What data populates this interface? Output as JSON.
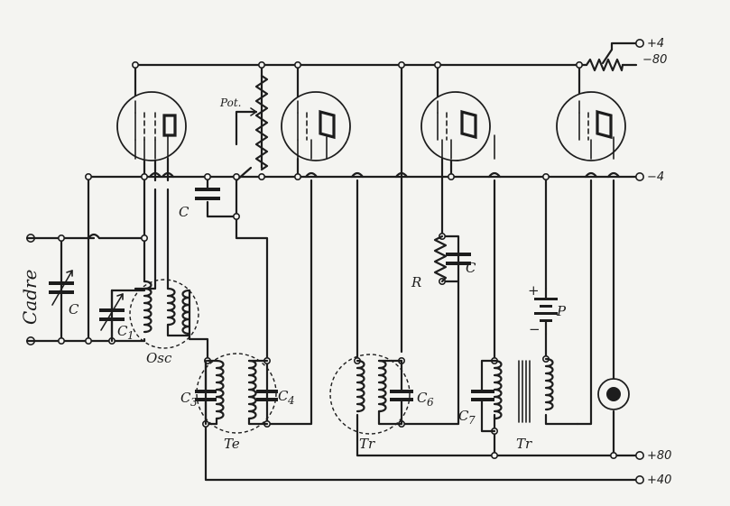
{
  "labels": {
    "cadre": "Cadre",
    "c_frame": "C",
    "c1": "C",
    "c1_sub": "1",
    "osc": "Osc",
    "c_grid": "C",
    "pot": "Pot.",
    "c3": "C",
    "c3_sub": "3",
    "c4": "C",
    "c4_sub": "4",
    "te": "Te",
    "r": "R",
    "c_rc": "C",
    "c6": "C",
    "c6_sub": "6",
    "tr1": "Tr",
    "c7": "C",
    "c7_sub": "7",
    "tr2": "Tr",
    "p": "P",
    "p_plus": "+",
    "p_minus": "−"
  },
  "terminals": {
    "plus4": "+4",
    "minus80": "−80",
    "minus4": "−4",
    "plus80": "+80",
    "plus40": "+40"
  }
}
